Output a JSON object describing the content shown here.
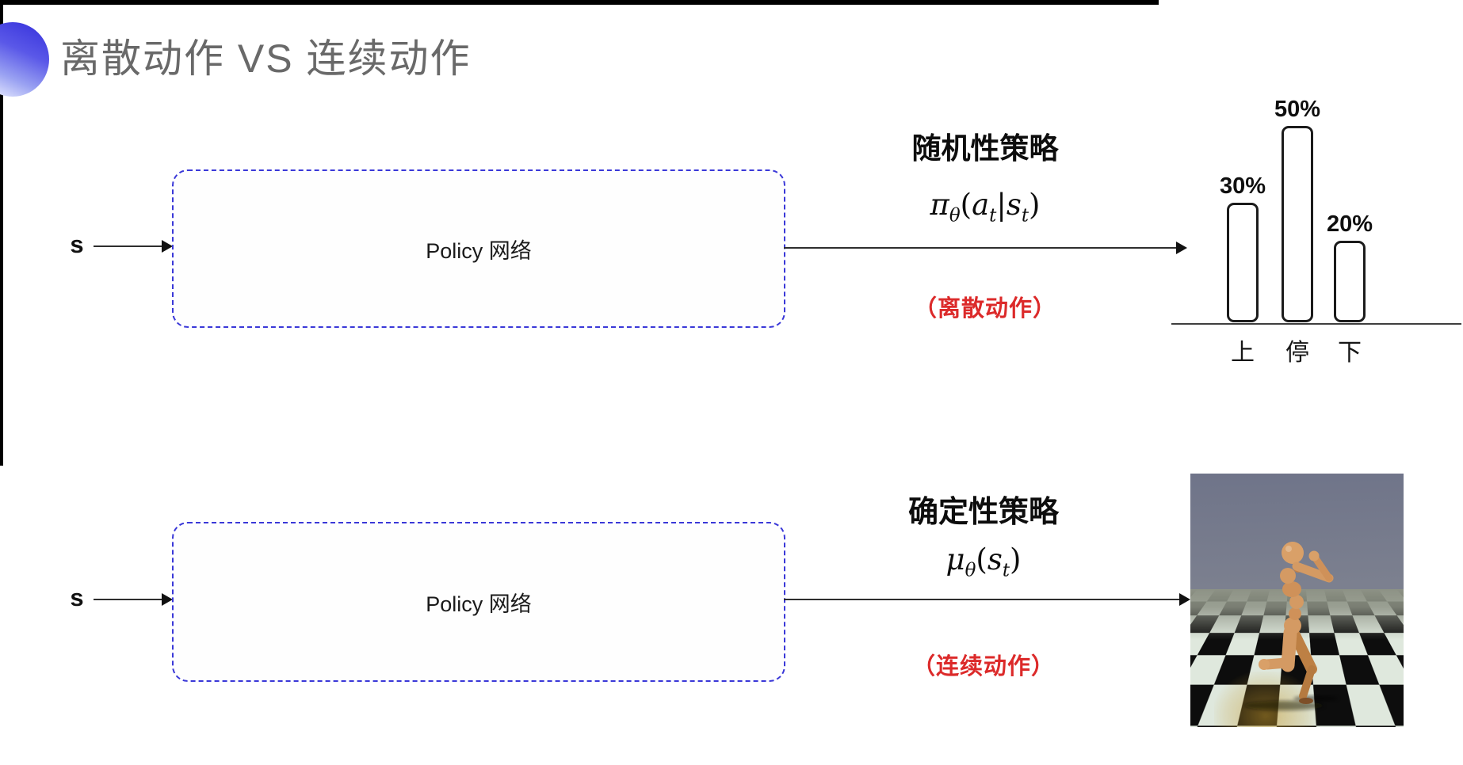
{
  "slide": {
    "title": "离散动作 VS 连续动作"
  },
  "colors": {
    "accent_blue": "#403cdf",
    "box_dash_blue": "#3a38d8",
    "title_gray": "#696969",
    "caption_red": "#dc2a2a",
    "ink": "#1c1c1c"
  },
  "rows": {
    "stochastic": {
      "input": "s",
      "box": "Policy 网络",
      "policy_name": "随机性策略",
      "action_type": "（离散动作）"
    },
    "deterministic": {
      "input": "s",
      "box": "Policy 网络",
      "policy_name": "确定性策略",
      "action_type": "（连续动作）"
    }
  },
  "formulas": {
    "stochastic": {
      "sym": "π",
      "sym_sub": "θ",
      "open": "(",
      "a": "a",
      "a_sub": "t",
      "bar": "|",
      "s": "s",
      "s_sub": "t",
      "close": ")"
    },
    "deterministic": {
      "sym": "μ",
      "sym_sub": "θ",
      "open": "(",
      "s": "s",
      "s_sub": "t",
      "close": ")"
    }
  },
  "chart_data": {
    "type": "bar",
    "categories": [
      "上",
      "停",
      "下"
    ],
    "values": [
      30,
      50,
      20
    ],
    "labels": [
      "30%",
      "50%",
      "20%"
    ],
    "title": "",
    "xlabel": "",
    "ylabel": "",
    "ylim": [
      0,
      55
    ],
    "grid": false,
    "legend": false
  },
  "simulation_image": {
    "alt": "humanoid-running-simulation"
  }
}
